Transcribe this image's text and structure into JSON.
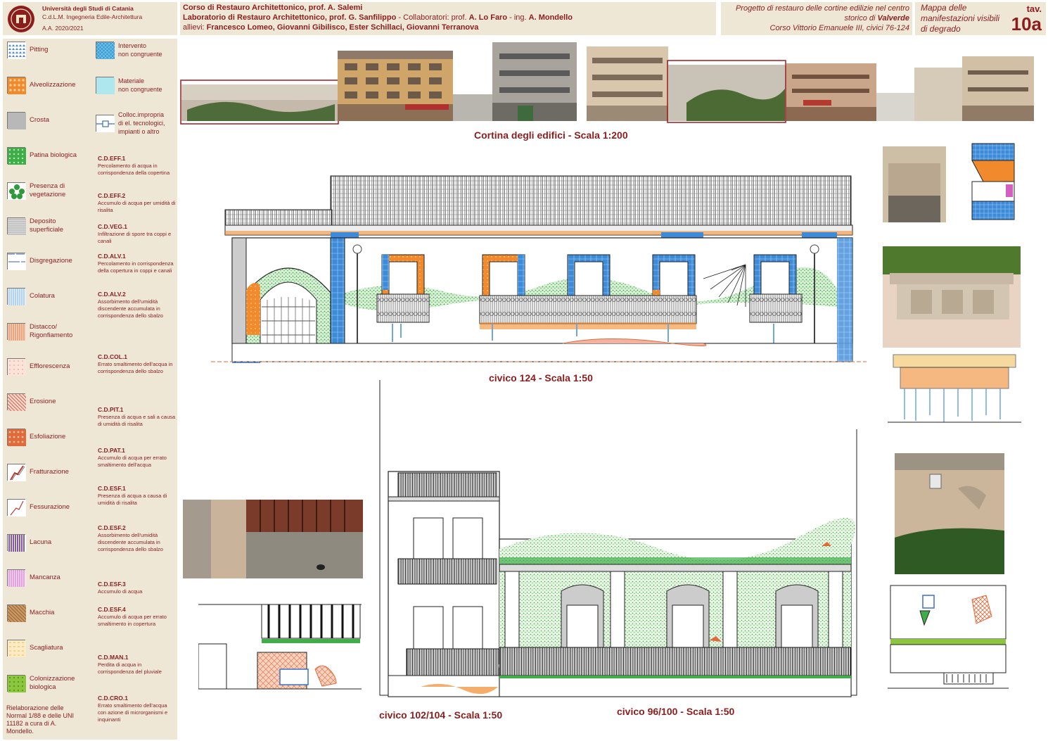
{
  "header": {
    "university": {
      "line1": "Università degli Studi di Catania",
      "line2": "C.d.L.M. Ingegneria Edile-Architettura",
      "line3": "A.A. 2020/2021"
    },
    "course": {
      "line1_a": "Corso di Restauro Architettonico, prof. ",
      "line1_b": "A. Salemi",
      "line2_a": "Laboratorio di Restauro Architettonico, prof. ",
      "line2_b": "G. Sanfilippo",
      "line2_c": " - Collaboratori: prof. ",
      "line2_d": "A. Lo Faro",
      "line2_e": " - ing. ",
      "line2_f": "A. Mondello",
      "line3_a": "allievi: ",
      "line3_b": "Francesco Lomeo, Giovanni Gibilisco, Ester Schillaci, Giovanni Terranova"
    },
    "project": {
      "line1": "Progetto di restauro delle cortine edilizie nel centro",
      "line2_a": "storico di ",
      "line2_b": "Valverde",
      "line3": "Corso Vittorio Emanuele III, civici 76-124"
    },
    "map": {
      "line1": "Mappa delle",
      "line2": "manifestazioni visibili",
      "line3": "di degrado",
      "tav_label": "tav.",
      "tav_number": "10a"
    }
  },
  "legend": {
    "items": [
      {
        "label": "Pitting",
        "pattern": "pitting",
        "color": "#4a86d6"
      },
      {
        "label": "Alveolizzazione",
        "pattern": "alveoli",
        "color": "#f08a2c"
      },
      {
        "label": "Crosta",
        "pattern": "crosta",
        "color": "#b8b8b8"
      },
      {
        "label": "Patina biologica",
        "pattern": "patina",
        "color": "#3fae49"
      },
      {
        "label": "Presenza di\nvegetazione",
        "pattern": "vegetazione",
        "color": "#2e9a3a"
      },
      {
        "label": "Deposito\nsuperficiale",
        "pattern": "deposito",
        "color": "#9b9b9b"
      },
      {
        "label": "Disgregazione",
        "pattern": "disgregazione",
        "color": "#5577bb"
      },
      {
        "label": "Colatura",
        "pattern": "colatura",
        "color": "#6ea6e0"
      },
      {
        "label": "Distacco/\nRigonfiamento",
        "pattern": "distacco",
        "color": "#e0703a"
      },
      {
        "label": "Efflorescenza",
        "pattern": "efflorescenza",
        "color": "#f4b3a0"
      },
      {
        "label": "Erosione",
        "pattern": "erosione",
        "color": "#d0705a"
      },
      {
        "label": "Esfoliazione",
        "pattern": "esfoliazione",
        "color": "#e06a3a"
      },
      {
        "label": "Fratturazione",
        "pattern": "fratturazione",
        "color": "#c0392b"
      },
      {
        "label": "Fessurazione",
        "pattern": "fessurazione",
        "color": "#c0392b"
      },
      {
        "label": "Lacuna",
        "pattern": "lacuna",
        "color": "#6b2d8a"
      },
      {
        "label": "Mancanza",
        "pattern": "mancanza",
        "color": "#d35fc0"
      },
      {
        "label": "Macchia",
        "pattern": "macchia",
        "color": "#a0622a"
      },
      {
        "label": "Scagliatura",
        "pattern": "scagliatura",
        "color": "#f0c060"
      },
      {
        "label": "Colonizzazione\nbiologica",
        "pattern": "colonizzazione",
        "color": "#8cc63e"
      }
    ],
    "items_right": [
      {
        "label": "Intervento\nnon congruente",
        "pattern": "intervento",
        "color": "#3d9fd6"
      },
      {
        "label": "Materiale\nnon congruente",
        "pattern": "materiale",
        "color": "#aee8ee"
      },
      {
        "label": "Colloc.impropria\ndi el. tecnologici,\nimpianti o altro",
        "pattern": "colloc",
        "color": "#3d6fc8"
      }
    ],
    "codes": [
      {
        "code": "C.D.EFF.1",
        "desc": "Percolamento  di acqua in corrispondenza della copertina"
      },
      {
        "code": "C.D.EFF.2",
        "desc": "Accumulo di acqua per umidità di risalita"
      },
      {
        "code": "C.D.VEG.1",
        "desc": "Infiltrazione di spore tra coppi e canali"
      },
      {
        "code": "C.D.ALV.1",
        "desc": "Percolamento in corrispondenza della copertura in coppi e canali"
      },
      {
        "code": "C.D.ALV.2",
        "desc": "Assorbimento dell'umidità discendente accumulata in corrispondenza dello sbalzo"
      },
      {
        "code": "C.D.COL.1",
        "desc": "Errato smaltimento dell'acqua in corrispondenza dello sbalzo"
      },
      {
        "code": "C.D.PIT.1",
        "desc": "Presenza di acqua e sali a causa di umidità di risalita"
      },
      {
        "code": "C.D.PAT.1",
        "desc": "Accumulo di acqua per errato smaltimento dell'acqua"
      },
      {
        "code": "C.D.ESF.1",
        "desc": "Presenza di acqua a causa di umidità di risalita"
      },
      {
        "code": "C.D.ESF.2",
        "desc": "Assorbimento dell'umidità discendente accumulata in corrispondenza dello sbalzo"
      },
      {
        "code": "C.D.ESF.3",
        "desc": "Accumulo di acqua"
      },
      {
        "code": "C.D.ESF.4",
        "desc": "Accumulo di acqua per errato smaltimento in copertura"
      },
      {
        "code": "C.D.MAN.1",
        "desc": "Perdita di acqua in corrispondenza del pluviale"
      },
      {
        "code": "C.D.CRO.1",
        "desc": "Errato smaltimento dell'acqua con azione di microrganismi e inquinanti"
      }
    ],
    "source": "Rielaborazione delle Normal 1/88 e delle UNI 11182 a cura di A. Mondello."
  },
  "captions": {
    "cortina": "Cortina degli edifici -  Scala 1:200",
    "civico124": "civico 124 -  Scala 1:50",
    "civico102": "civico 102/104 -  Scala 1:50",
    "civico96": "civico 96/100 -  Scala 1:50"
  }
}
